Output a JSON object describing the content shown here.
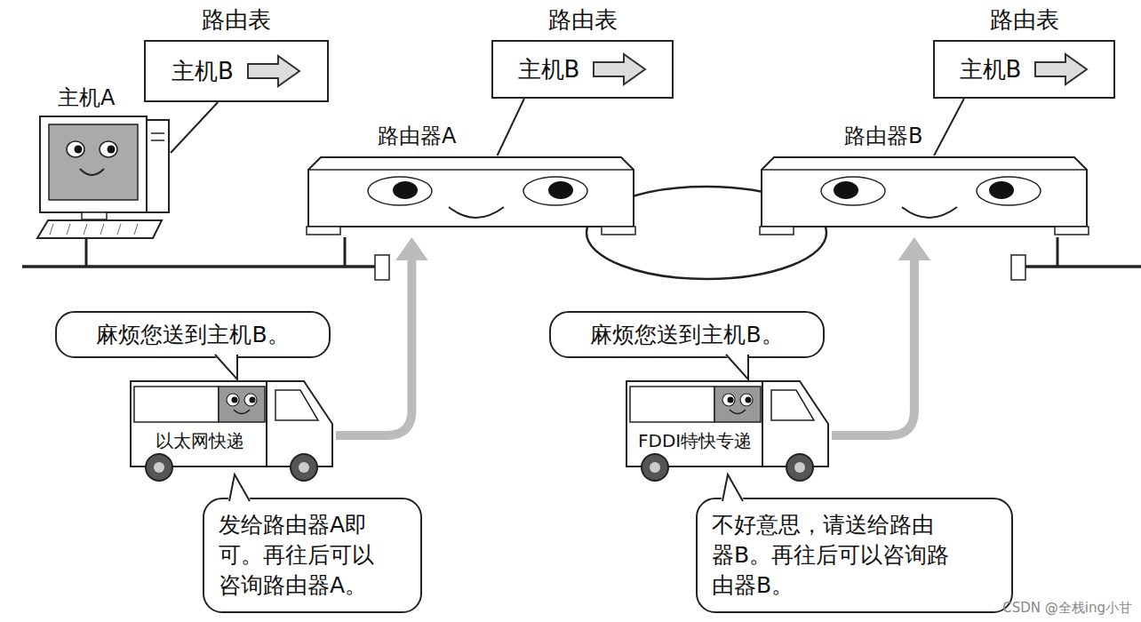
{
  "diagram": {
    "nodes": [
      {
        "text": [
          "路由表",
          "主机B"
        ]
      },
      {
        "text": [
          "主机A"
        ]
      },
      {
        "text": [
          "路由表",
          "主机B"
        ]
      },
      {
        "text": [
          "路由器A"
        ]
      },
      {
        "text": [
          "路由表",
          "主机B"
        ]
      },
      {
        "text": [
          "路由器B"
        ]
      },
      {
        "text": [
          "麻烦您送到主机B。"
        ]
      },
      {
        "text": [
          "以太网快递"
        ]
      },
      {
        "text": [
          "发给路由器A即 可。再往后可以 咨询路由器A。"
        ]
      },
      {
        "text": [
          "麻烦您送到主机B。"
        ]
      },
      {
        "text": [
          "FDDI特快专递"
        ]
      },
      {
        "text": [
          "不好意思，请送给路由 器B。再往后可以咨询路 由器B。"
        ]
      }
    ],
    "edges": [
      {
        "from": 0,
        "to": 1,
        "arrow": "none"
      },
      {
        "from": 2,
        "to": 3,
        "arrow": "none"
      },
      {
        "from": 4,
        "to": 5,
        "arrow": "none"
      },
      {
        "from": 7,
        "to": 3,
        "arrow": "to"
      },
      {
        "from": 10,
        "to": 5,
        "arrow": "to"
      }
    ],
    "labels": [
      "CSDN @全栈ing小甘"
    ]
  }
}
